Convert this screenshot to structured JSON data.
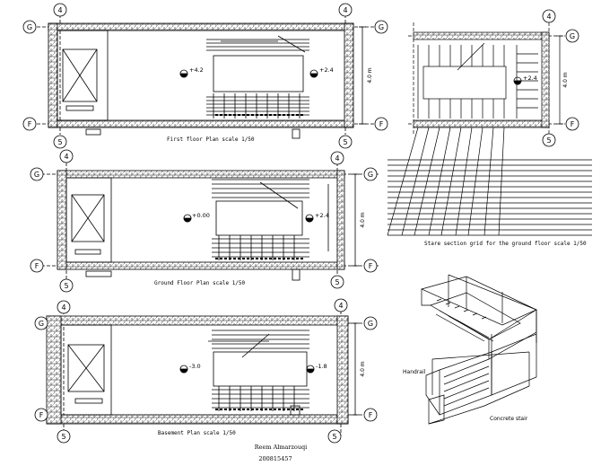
{
  "plans": [
    {
      "id": "first",
      "caption": "First floor Plan scale 1/50",
      "level_a": "+4.2",
      "level_b": "+2.4",
      "dim": "4.0 m",
      "axis_top": "4",
      "axis_bottom": "5",
      "axis_g": "G",
      "axis_f": "F"
    },
    {
      "id": "ground",
      "caption": "Ground Floor Plan scale 1/50",
      "level_a": "+0.00",
      "level_b": "+2.4",
      "dim": "4.0 m",
      "axis_top": "4",
      "axis_bottom": "5",
      "axis_g": "G",
      "axis_f": "F"
    },
    {
      "id": "basement",
      "caption": "Basement Plan scale 1/50",
      "level_a": "-3.0",
      "level_b": "-1.8",
      "dim": "4.0 m",
      "axis_top": "4",
      "axis_bottom": "5",
      "axis_g": "G",
      "axis_f": "F"
    }
  ],
  "section": {
    "caption": "Stare section grid for the ground floor scale 1/50",
    "level": "+2.4",
    "dim": "4.0 m",
    "axis_top": "4",
    "axis_bottom": "5",
    "axis_g": "G",
    "axis_f": "F"
  },
  "iso": {
    "label_left": "Handrail",
    "label_right": "Concrete stair"
  },
  "author": {
    "name": "Reem Almarzouqi",
    "id": "200815457"
  },
  "colors": {
    "ink": "#000000",
    "paper": "#ffffff",
    "hatch": "#333333"
  }
}
